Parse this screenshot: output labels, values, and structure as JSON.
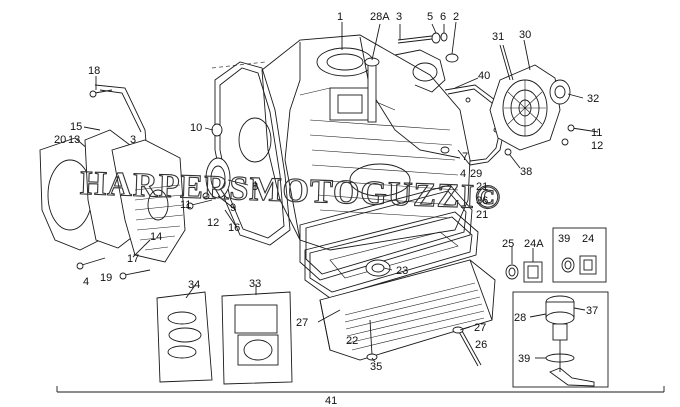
{
  "watermark": "HARPERSMOTOGUZZI©",
  "labels": [
    "1",
    "28A",
    "3",
    "5",
    "6",
    "2",
    "31",
    "30",
    "18",
    "40",
    "32",
    "15",
    "13",
    "20",
    "3",
    "10",
    "11",
    "12",
    "38",
    "8",
    "7",
    "4",
    "29",
    "21",
    "36",
    "21",
    "11",
    "12",
    "9",
    "16",
    "17",
    "14",
    "19",
    "4",
    "25",
    "24A",
    "39",
    "24",
    "23",
    "34",
    "33",
    "27",
    "28",
    "37",
    "27",
    "22",
    "35",
    "26",
    "39",
    "41"
  ]
}
